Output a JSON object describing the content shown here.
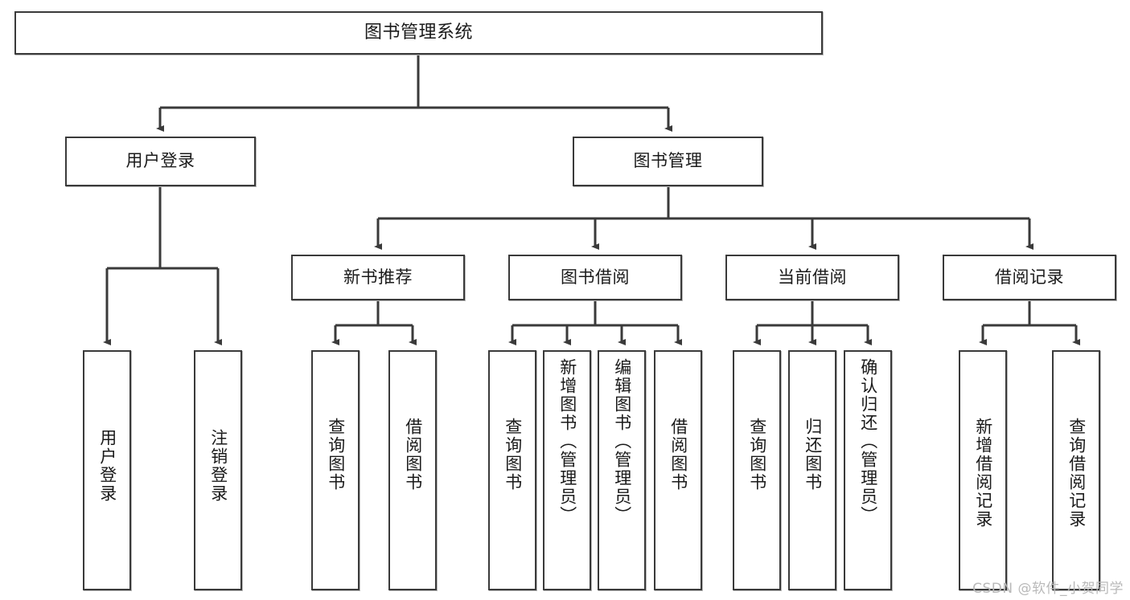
{
  "diagram": {
    "title": "图书管理系统",
    "type": "hierarchy-tree",
    "watermark": "CSDN @软件_小贺同学",
    "colors": {
      "box_border": "#3a3a3a",
      "box_fill": "#ffffff",
      "connector": "#3a3a3a",
      "text": "#1a1a1a",
      "watermark": "#b9b9b9",
      "background": "#ffffff"
    },
    "nodes": {
      "root": {
        "label": "图书管理系统"
      },
      "level2": [
        {
          "label": "用户登录"
        },
        {
          "label": "图书管理"
        }
      ],
      "level3": [
        {
          "label": "新书推荐"
        },
        {
          "label": "图书借阅"
        },
        {
          "label": "当前借阅"
        },
        {
          "label": "借阅记录"
        }
      ],
      "leaves": {
        "user_login": [
          {
            "label": "用户登录"
          },
          {
            "label": "注销登录"
          }
        ],
        "new_book_recommend": [
          {
            "label": "查询图书"
          },
          {
            "label": "借阅图书"
          }
        ],
        "book_borrow": [
          {
            "label": "查询图书"
          },
          {
            "label": "新增图书（管理员）"
          },
          {
            "label": "编辑图书（管理员）"
          },
          {
            "label": "借阅图书"
          }
        ],
        "current_borrow": [
          {
            "label": "查询图书"
          },
          {
            "label": "归还图书"
          },
          {
            "label": "确认归还（管理员）"
          }
        ],
        "borrow_records": [
          {
            "label": "新增借阅记录"
          },
          {
            "label": "查询借阅记录"
          }
        ]
      }
    }
  }
}
